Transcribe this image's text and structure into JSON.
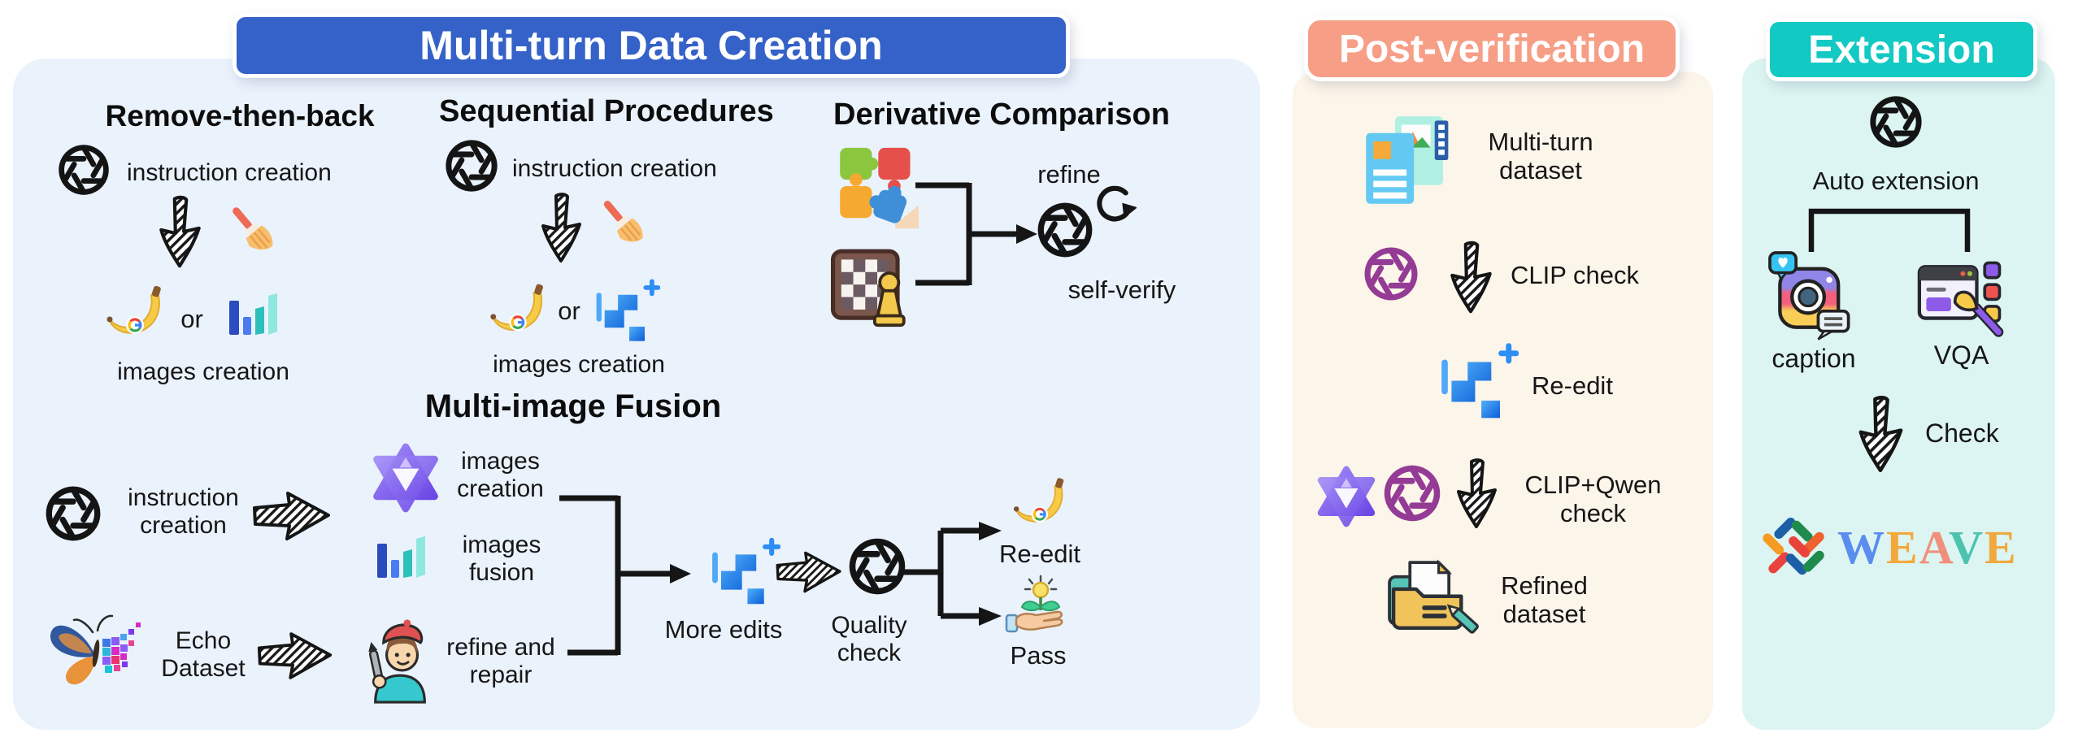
{
  "colors": {
    "creation_header": "#3562C8",
    "creation_panel": "#EAF2FC",
    "post_header": "#F79E87",
    "post_panel": "#FCF5E9",
    "extension_header": "#13C9C3",
    "extension_panel": "#DCF5F2",
    "text": "#161616",
    "gpt_purple": "#943B95",
    "step_blue": "#1E88F0"
  },
  "icons": {
    "gpt-icon": "openai-knot",
    "gpt-icon-purple": "openai-knot purple",
    "sketch-down-arrow-icon": "hand-drawn hatched down arrow",
    "sketch-right-arrow-icon": "hand-drawn hatched right arrow",
    "broom-icon": "broom",
    "banana-google-icon": "banana with Google G",
    "bar-chart-icon": "blue and teal bars logo",
    "stepfun-icon": "blue step logo with plus",
    "qwen-icon": "purple star knot",
    "puzzle-icon": "puzzle pieces with hand",
    "chessboard-icon": "checkerboard with pawn",
    "cycle-icon": "circular self-loop arrow",
    "butterfly-icon": "butterfly dissolving into pixels",
    "artist-icon": "painter with beret and brush",
    "documents-icon": "stacked image-text cards",
    "folder-pencil-icon": "folder with page and pencil",
    "plant-hand-icon": "hand holding glowing sprout",
    "caption-icon": "camera with heart and speech bubbles",
    "vqa-icon": "browser window with paintbrush",
    "weave-logo-icon": "woven colorful X mark"
  },
  "creation": {
    "title": "Multi-turn Data Creation",
    "remove_then_back": {
      "heading": "Remove-then-back",
      "instruction": "instruction creation",
      "or": "or",
      "images": "images creation"
    },
    "sequential": {
      "heading": "Sequential Procedures",
      "instruction": "instruction creation",
      "or": "or",
      "images": "images creation"
    },
    "derivative": {
      "heading": "Derivative Comparison",
      "refine": "refine",
      "self_verify": "self-verify"
    },
    "fusion": {
      "heading": "Multi-image Fusion",
      "instruction": "instruction creation",
      "echo": "Echo Dataset",
      "images_creation": "images creation",
      "images_fusion": "images fusion",
      "refine_repair": "refine and repair",
      "more_edits": "More edits",
      "quality_check": "Quality check",
      "re_edit": "Re-edit",
      "pass": "Pass"
    }
  },
  "post_verification": {
    "title": "Post-verification",
    "dataset": "Multi-turn dataset",
    "clip_check": "CLIP check",
    "re_edit": "Re-edit",
    "clip_qwen_check": "CLIP+Qwen check",
    "refined": "Refined dataset"
  },
  "extension": {
    "title": "Extension",
    "auto": "Auto extension",
    "caption": "caption",
    "vqa": "VQA",
    "check": "Check",
    "weave_letters": [
      "W",
      "E",
      "A",
      "V",
      "E"
    ],
    "weave_colors": [
      "#5B8DEF",
      "#F3A83B",
      "#F0907A",
      "#4CC3B0",
      "#EFA93F"
    ]
  }
}
